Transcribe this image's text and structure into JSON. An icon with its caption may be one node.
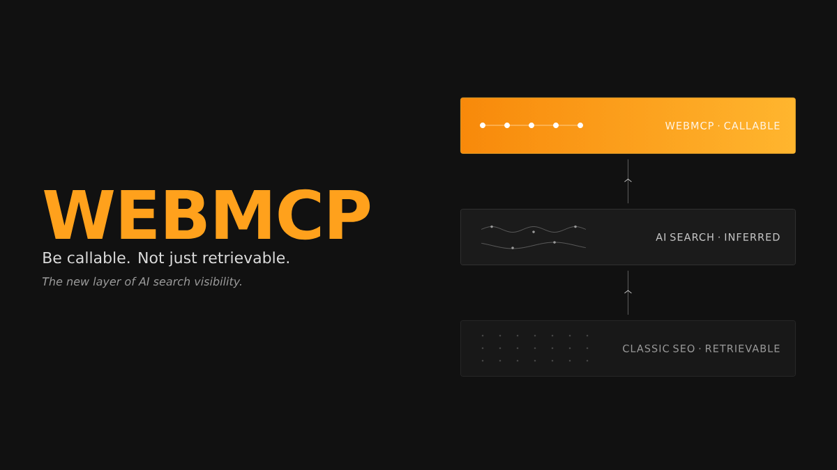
{
  "diagram": {
    "title": "WEBMCP",
    "nodes": [
      {
        "text": [
          "WEBMCP · CALLABLE"
        ]
      },
      {
        "text": [
          "AI SEARCH · INFERRED"
        ]
      },
      {
        "text": [
          "CLASSIC SEO · RETRIEVABLE"
        ]
      }
    ],
    "edges": [
      {
        "from": 1,
        "to": 0,
        "arrow": "to"
      },
      {
        "from": 2,
        "to": 1,
        "arrow": "to"
      }
    ],
    "labels": [
      "Be callable. Not just retrievable.",
      "The new layer of AI search visibility."
    ]
  }
}
